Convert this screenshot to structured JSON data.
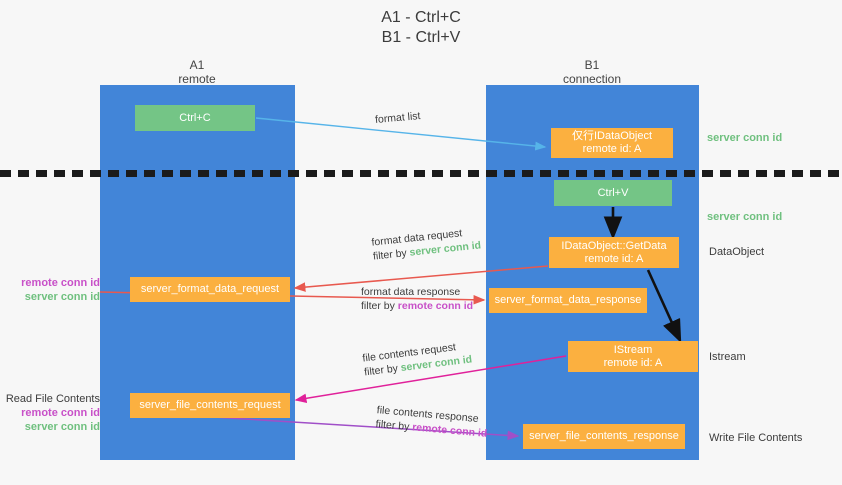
{
  "title": {
    "line1": "A1 - Ctrl+C",
    "line2": "B1 - Ctrl+V"
  },
  "columns": [
    {
      "name": "A1",
      "sub": "remote"
    },
    {
      "name": "B1",
      "sub": "connection"
    }
  ],
  "colors": {
    "lane": "#4285d8",
    "green_node": "#74c586",
    "orange_node": "#fbb040",
    "remote_conn_id": "#c850c8",
    "server_conn_id": "#6fc07f",
    "arrow_blue": "#56b4e9",
    "arrow_red": "#e8594f",
    "arrow_magenta": "#e0219a",
    "arrow_purple": "#a04fc8",
    "arrow_black": "#000000",
    "separator": "#1b1b1b"
  },
  "nodes": {
    "ctrl_c": {
      "line1": "Ctrl+C",
      "line2": ""
    },
    "idataobject": {
      "line1": "仅行IDataObject",
      "line2": "remote id: A"
    },
    "ctrl_v": {
      "line1": "Ctrl+V",
      "line2": ""
    },
    "getdata": {
      "line1": "IDataObject::GetData",
      "line2": "remote id: A"
    },
    "format_data_request": {
      "line1": "server_format_data_request",
      "line2": ""
    },
    "format_data_response": {
      "line1": "server_format_data_response",
      "line2": ""
    },
    "istream": {
      "line1": "IStream",
      "line2": "remote id: A"
    },
    "file_contents_request": {
      "line1": "server_file_contents_request",
      "line2": ""
    },
    "file_contents_response": {
      "line1": "server_file_contents_response",
      "line2": ""
    }
  },
  "edge_labels": {
    "format_list": {
      "text": "format list"
    },
    "format_data_request": {
      "line1": "format data request",
      "prefix": "filter by ",
      "token": "server conn id"
    },
    "format_data_response": {
      "line1": "format data response",
      "prefix": "filter by ",
      "token": "remote conn id"
    },
    "file_contents_request": {
      "line1": "file contents request",
      "prefix": "filter by ",
      "token": "server conn id"
    },
    "file_contents_response": {
      "line1": "file contents response",
      "prefix": "filter by ",
      "token": "remote conn id"
    }
  },
  "side_labels": {
    "left_format": {
      "remote": "remote conn id",
      "server": "server conn id"
    },
    "left_file": {
      "head": "Read File Contents",
      "remote": "remote conn id",
      "server": "server conn id"
    },
    "right_server_1": "server conn id",
    "right_server_2": "server conn id",
    "right_dataobject": "DataObject",
    "right_istream": "Istream",
    "right_write_file": "Write File Contents"
  }
}
